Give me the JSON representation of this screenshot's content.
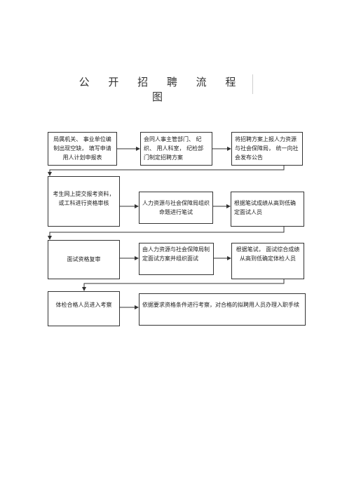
{
  "title": "公 开 招 聘 流 程 图",
  "steps": [
    "局属机关、 事业单位编制出现空缺， 填写申请用人计划申报表",
    "会同人事主管部门、 纪 织、 用人科室， 纪检部门制定招聘方案",
    "将招聘方案上报人力资源与社会保障局， 统一向社会发布公告",
    "考生网上提交报考资料，或工科进行资格审核",
    "人力资源与社会保障局组织命题进行笔试",
    "根据笔试成绩从高到低确定面试人员",
    "面试资格复审",
    "由人力资源与社会保障局制定面试方案并组织面试",
    "根据笔试， 面试综合成绩从高到低确定体检人员",
    "体检合格人员进入考察",
    "依据要求资格条件进行考察，对合格的拟聘用人员办理入职手续"
  ]
}
